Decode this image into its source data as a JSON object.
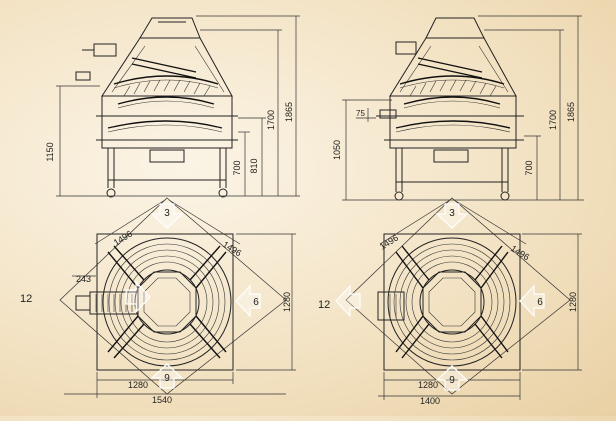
{
  "views": {
    "left_elevation": {
      "d1150": "1150",
      "d700": "700",
      "d810": "810",
      "d1700": "1700",
      "d1865": "1865"
    },
    "right_elevation": {
      "d1050": "1050",
      "d75": "75",
      "d700": "700",
      "d1700": "1700",
      "d1865": "1865"
    },
    "left_plan": {
      "d1496a": "1496",
      "d1496b": "1496",
      "d243": "243",
      "d1280v": "1280",
      "d1280h": "1280",
      "d1540": "1540",
      "a3": "3",
      "a6": "6",
      "a9": "9",
      "a12": "12"
    },
    "right_plan": {
      "d1496a": "1496",
      "d1496b": "1496",
      "d1280v": "1280",
      "d1280h": "1280",
      "d1400": "1400",
      "a3": "3",
      "a6": "6",
      "a9": "9",
      "a12": "12"
    }
  },
  "colors": {
    "line": "#222222",
    "background": "#f3e3c4",
    "ghost_arrow": "#ffffff"
  }
}
